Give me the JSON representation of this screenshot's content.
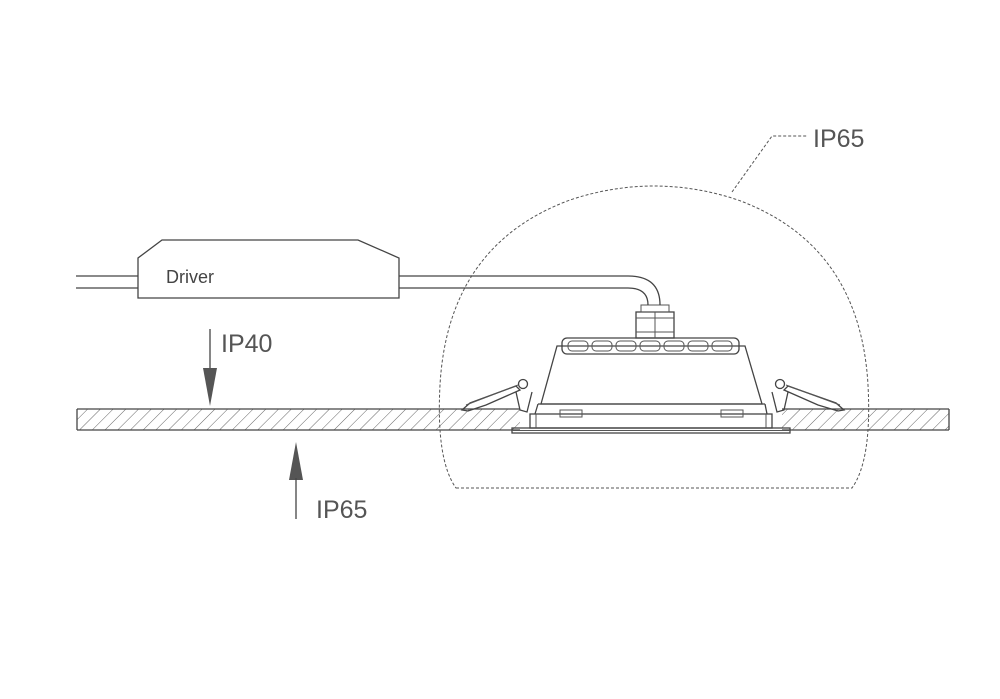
{
  "labels": {
    "enclosure_rating": "IP65",
    "driver": "Driver",
    "above_ceiling_rating": "IP40",
    "below_ceiling_rating": "IP65"
  },
  "colors": {
    "line": "#444444",
    "text": "#555555",
    "arrow": "#555555"
  }
}
